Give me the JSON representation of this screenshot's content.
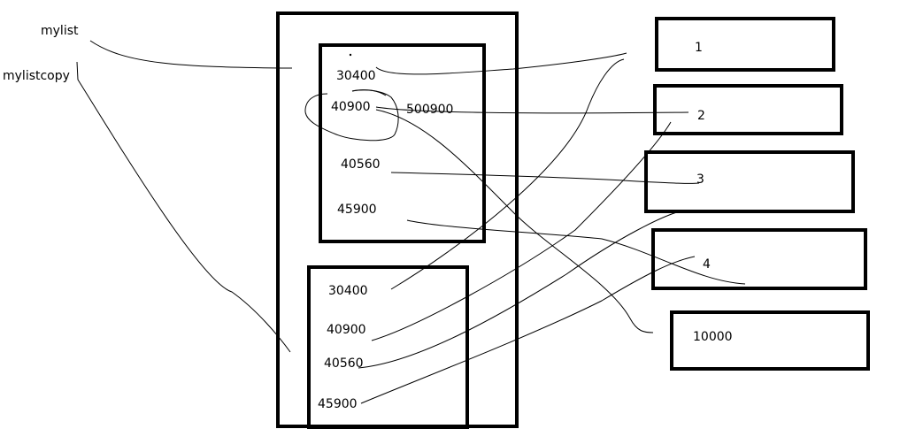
{
  "variables": {
    "mylist": "mylist",
    "mylistcopy": "mylistcopy"
  },
  "list_original": {
    "items": [
      "30400",
      "40900",
      "40560",
      "45900"
    ],
    "replaced_value": "500900"
  },
  "list_copy": {
    "items": [
      "30400",
      "40900",
      "40560",
      "45900"
    ]
  },
  "objects": [
    "1",
    "2",
    "3",
    "4",
    "10000"
  ]
}
